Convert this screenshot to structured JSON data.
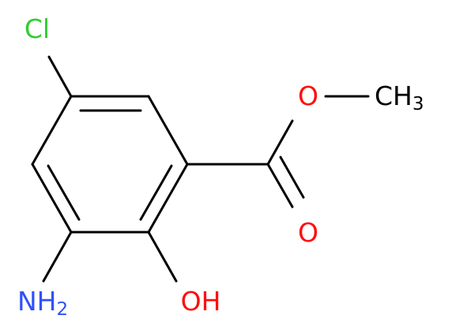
{
  "molecule": {
    "atoms": {
      "chlorine": "Cl",
      "ester_oxygen": "O",
      "methyl": "CH",
      "methyl_subscript": "3",
      "carbonyl_oxygen": "O",
      "amino": "NH",
      "amino_subscript": "2",
      "hydroxyl": "OH"
    },
    "colors": {
      "bond": "#000000",
      "chlorine": "#33cc33",
      "oxygen": "#ff0d0d",
      "nitrogen": "#3050f8",
      "carbon": "#000000"
    }
  }
}
